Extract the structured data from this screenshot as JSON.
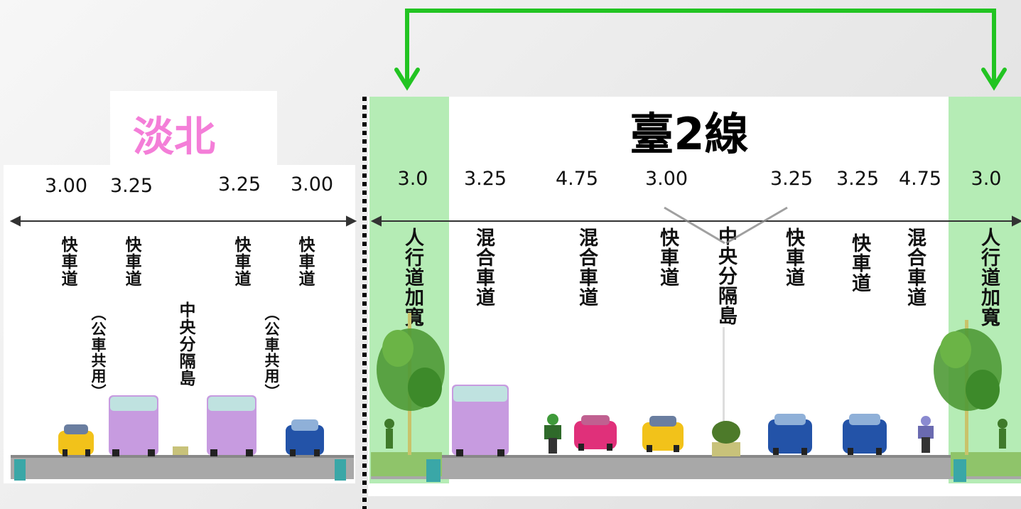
{
  "left_section": {
    "title": "淡北",
    "title_color": "#f47ed8",
    "widths": [
      "3.00",
      "3.25",
      "3.25",
      "3.00"
    ],
    "lanes": [
      {
        "label": "快車道",
        "note": ""
      },
      {
        "label": "快車道",
        "note": "（公車共用）"
      },
      {
        "label": "中央分隔島",
        "note": ""
      },
      {
        "label": "快車道",
        "note": "（公車共用）"
      },
      {
        "label": "快車道",
        "note": ""
      }
    ]
  },
  "right_section": {
    "title": "臺2線",
    "widths": [
      "3.0",
      "3.25",
      "4.75",
      "3.00",
      "3.25",
      "3.25",
      "4.75",
      "3.0"
    ],
    "lanes": [
      {
        "label": "人行道加寬"
      },
      {
        "label": "混合車道"
      },
      {
        "label": "混合車道"
      },
      {
        "label": "快車道"
      },
      {
        "label": "中央分隔島"
      },
      {
        "label": "快車道"
      },
      {
        "label": "快車道"
      },
      {
        "label": "混合車道"
      },
      {
        "label": "人行道加寬"
      }
    ]
  },
  "colors": {
    "arrow_green": "#22c422",
    "sidewalk_band": "#9fe59f",
    "road": "#a8a8a8",
    "curb": "#3aa7a7"
  }
}
